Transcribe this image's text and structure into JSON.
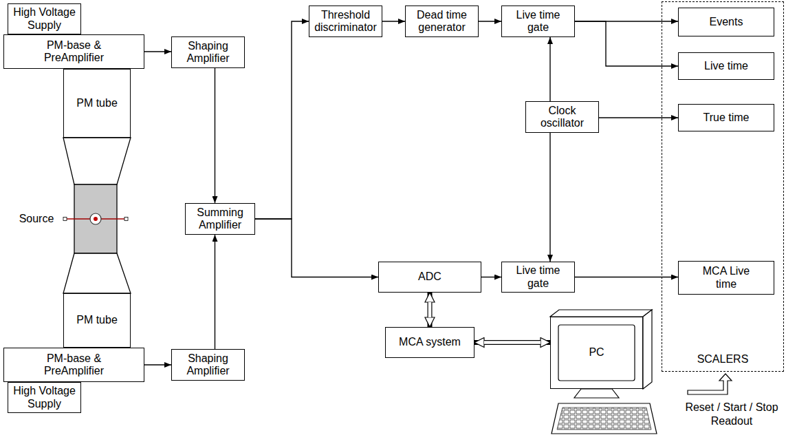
{
  "diagram": {
    "nodes": [
      {
        "text": [
          "High Voltage Supply"
        ]
      },
      {
        "text": [
          "PM-base & PreAmplifier"
        ]
      },
      {
        "text": [
          "PM tube"
        ]
      },
      {
        "text": [
          "Shaping Amplifier"
        ]
      },
      {
        "text": [
          "Threshold discriminator"
        ]
      },
      {
        "text": [
          "Dead time generator"
        ]
      },
      {
        "text": [
          "Live time gate"
        ]
      },
      {
        "text": [
          "SCALERS"
        ]
      },
      {
        "text": [
          "Events"
        ],
        "in": 7
      },
      {
        "text": [
          "Live time"
        ],
        "in": 7
      },
      {
        "text": [
          "Clock oscillator"
        ]
      },
      {
        "text": [
          "True time"
        ],
        "in": 7
      },
      {
        "text": [
          "Summing Amplifier"
        ]
      },
      {
        "text": [
          "ADC"
        ]
      },
      {
        "text": [
          "Live time gate"
        ]
      },
      {
        "text": [
          "MCA Live time"
        ],
        "in": 7
      },
      {
        "text": [
          "PM tube"
        ]
      },
      {
        "text": [
          "PM-base & PreAmplifier"
        ]
      },
      {
        "text": [
          "Shaping Amplifier"
        ]
      },
      {
        "text": [
          "MCA system"
        ]
      },
      {
        "text": [
          "PC"
        ]
      },
      {
        "text": [
          "High Voltage Supply"
        ]
      }
    ],
    "edges": [
      {
        "from": 1,
        "to": 3,
        "arrow": "to"
      },
      {
        "from": 3,
        "to": 12,
        "arrow": "to"
      },
      {
        "from": 17,
        "to": 18,
        "arrow": "to"
      },
      {
        "from": 18,
        "to": 12,
        "arrow": "to"
      },
      {
        "from": 12,
        "to": 4,
        "arrow": "to"
      },
      {
        "from": 12,
        "to": 13,
        "arrow": "to"
      },
      {
        "from": 4,
        "to": 5,
        "arrow": "to"
      },
      {
        "from": 5,
        "to": 6,
        "arrow": "to"
      },
      {
        "from": 6,
        "to": 8,
        "arrow": "to"
      },
      {
        "from": 6,
        "to": 9,
        "arrow": "to"
      },
      {
        "from": 10,
        "to": 6,
        "arrow": "to"
      },
      {
        "from": 10,
        "to": 11,
        "arrow": "to"
      },
      {
        "from": 10,
        "to": 14,
        "arrow": "to"
      },
      {
        "from": 13,
        "to": 14,
        "arrow": "to"
      },
      {
        "from": 14,
        "to": 15,
        "arrow": "to"
      },
      {
        "from": 13,
        "to": 19,
        "arrow": "both"
      },
      {
        "from": 19,
        "to": 20,
        "arrow": "both"
      }
    ],
    "labels": [
      "Source",
      "Reset / Start / Stop Readout"
    ]
  }
}
